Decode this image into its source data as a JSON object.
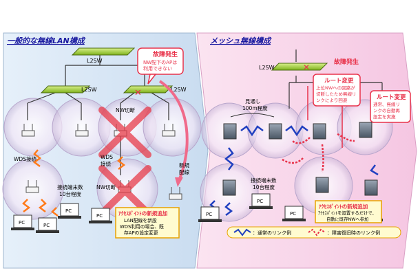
{
  "left": {
    "title": "一般的な無線LAN構成",
    "l2sw_top": "L2SW",
    "l2sw_left": "L2SW",
    "l2sw_right": "L2SW",
    "callout_title": "故障発生",
    "callout_body": [
      "NW配下のAPは",
      "利用できない"
    ],
    "nw_cut_1": "NW切断",
    "nw_cut_2": "NW切断",
    "wds_1": "WDS接続",
    "wds_2": [
      "WDS",
      "接続"
    ],
    "new_install": [
      "新規",
      "配線"
    ],
    "client_count": [
      "接続端末数",
      "10台程度"
    ],
    "pc_label": "PC",
    "add_title": "ｱｸｾｽﾎﾟｲﾝﾄの新規追加",
    "add_body": [
      "LAN配線を新設",
      "WDS利用の場合、既",
      "存APの設定変更"
    ]
  },
  "right": {
    "title": "メッシュ無線構成",
    "l2sw": "L2SW",
    "fault": "故障発生",
    "route_change_1_title": "ルート変更",
    "route_change_1_body": [
      "上位NWへの回路が",
      "切断したため無線リ",
      "ンクにより回避"
    ],
    "route_change_2_title": "ルート変更",
    "route_change_2_body": [
      "通常、無線リ",
      "ンクの自動再",
      "設定を実施"
    ],
    "distance": [
      "見通し",
      "100m程度"
    ],
    "client_count": [
      "接続端末数",
      "10台程度"
    ],
    "pc_label": "PC",
    "add_title": "ｱｸｾｽﾎﾟｲﾝﾄの新規追加",
    "add_body": [
      "ｱｸｾｽﾎﾟｲﾝﾄを設置するだけで、",
      "自動に既存NWへ参加"
    ],
    "legend_normal": "：通常のリンク例",
    "legend_fault": "：障害復旧時のリンク例"
  },
  "colors": {
    "left_bg": "#d8e6f4",
    "right_bg": "#f9d8ec",
    "title_blue": "#1a1aa0",
    "callout_red": "#e8324a",
    "switch_green": "#9acd32",
    "cross_red": "#e83c4a",
    "wave_orange": "#ff7a1a",
    "wave_blue": "#2040c0"
  }
}
